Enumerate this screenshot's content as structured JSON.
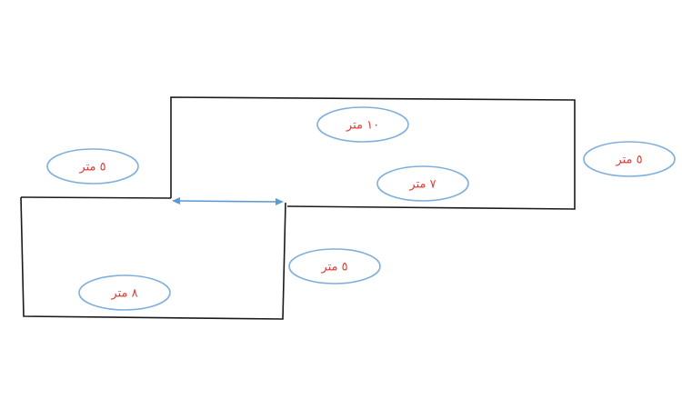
{
  "diagram": {
    "labels": {
      "top_width": "١٠ متر",
      "upper_step_height": "٥ متر",
      "right_height": "٥ متر",
      "top_bottom_width": "٧ متر",
      "lower_right_height": "٥ متر",
      "bottom_width": "٨ متر"
    },
    "colors": {
      "outline": "#1a1a1a",
      "oval_stroke": "#7fb0dc",
      "label_text": "#e53935",
      "arrow": "#5b9bd5"
    }
  }
}
